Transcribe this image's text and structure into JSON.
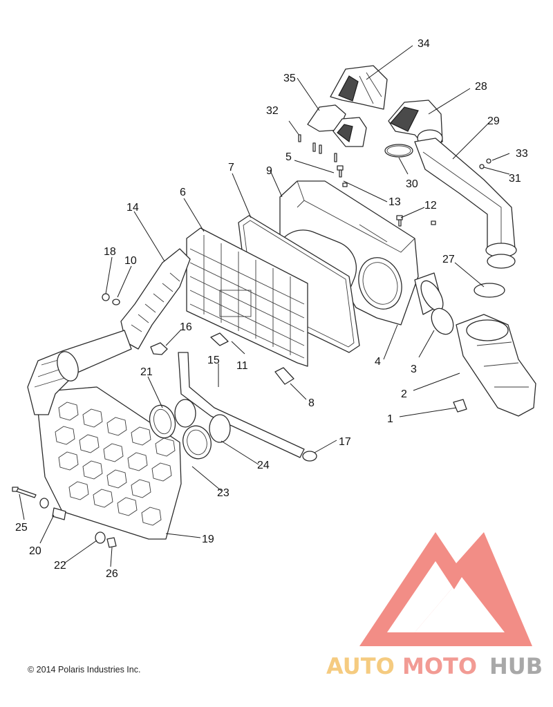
{
  "callouts": [
    "1",
    "2",
    "3",
    "4",
    "5",
    "6",
    "7",
    "8",
    "9",
    "10",
    "11",
    "12",
    "13",
    "14",
    "15",
    "16",
    "17",
    "18",
    "19",
    "20",
    "21",
    "22",
    "23",
    "24",
    "25",
    "26",
    "27",
    "28",
    "29",
    "30",
    "31",
    "32",
    "33",
    "34",
    "35"
  ],
  "copyright": "© 2014 Polaris Industries Inc.",
  "watermark": {
    "word_part1": "AUTO",
    "word_part2": "MOTO",
    "word_part3": "HUB",
    "color_part1": "#f4c36a",
    "color_part2": "#f08a82",
    "color_part3": "#9a9a9a",
    "logo_color": "#f07a72"
  }
}
